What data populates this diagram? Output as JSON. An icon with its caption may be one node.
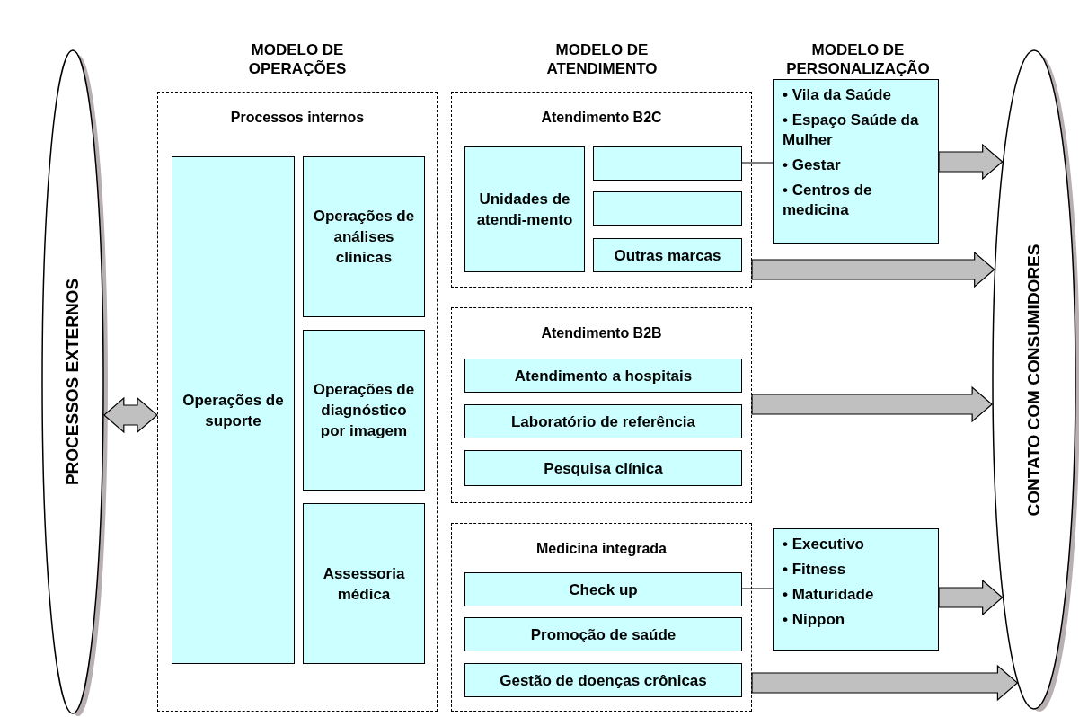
{
  "diagram": {
    "nodes": [
      {
        "text": [
          "PROCESSOS EXTERNOS"
        ]
      },
      {
        "text": [
          "Processos internos"
        ]
      },
      {
        "text": [
          "Operações de suporte"
        ],
        "in": 1
      },
      {
        "text": [
          "Operações de análises clínicas"
        ],
        "in": 1
      },
      {
        "text": [
          "Operações de diagnóstico por imagem"
        ],
        "in": 1
      },
      {
        "text": [
          "Assessoria médica"
        ],
        "in": 1
      },
      {
        "text": [
          "Atendimento B2C"
        ]
      },
      {
        "text": [
          "Unidades de atendi-mento"
        ],
        "in": 6
      },
      {
        "text": [],
        "shape": "box",
        "in": 6
      },
      {
        "text": [],
        "shape": "box",
        "in": 6
      },
      {
        "text": [
          "Outras marcas"
        ],
        "in": 6
      },
      {
        "text": [
          "• Vila da Saúde",
          "• Espaço Saúde da Mulher",
          "• Gestar",
          "• Centros de medicina"
        ]
      },
      {
        "text": [
          "Atendimento B2B"
        ]
      },
      {
        "text": [
          "Atendimento a hospitais"
        ],
        "in": 12
      },
      {
        "text": [
          "Laboratório de referência"
        ],
        "in": 12
      },
      {
        "text": [
          "Pesquisa clínica"
        ],
        "in": 12
      },
      {
        "text": [
          "Medicina integrada"
        ]
      },
      {
        "text": [
          "Check up"
        ],
        "in": 16
      },
      {
        "text": [
          "Promoção de saúde"
        ],
        "in": 16
      },
      {
        "text": [
          "Gestão de doenças crônicas"
        ],
        "in": 16
      },
      {
        "text": [
          "• Executivo",
          "• Fitness",
          "• Maturidade",
          "• Nippon"
        ]
      },
      {
        "text": [
          "CONTATO COM CONSUMIDORES"
        ]
      }
    ],
    "edges": [
      {
        "from": 0,
        "to": 1,
        "arrow": "both",
        "style": "thick"
      },
      {
        "from": 8,
        "to": 11,
        "arrow": "none"
      },
      {
        "from": 11,
        "to": 21,
        "arrow": "to",
        "style": "thick"
      },
      {
        "from": 6,
        "to": 21,
        "arrow": "to",
        "style": "thick"
      },
      {
        "from": 12,
        "to": 21,
        "arrow": "to",
        "style": "thick"
      },
      {
        "from": 17,
        "to": 20,
        "arrow": "none"
      },
      {
        "from": 20,
        "to": 21,
        "arrow": "to",
        "style": "thick"
      },
      {
        "from": 16,
        "to": 21,
        "arrow": "to",
        "style": "thick"
      }
    ],
    "labels": [
      "MODELO DE OPERAÇÕES",
      "MODELO DE ATENDIMENTO",
      "MODELO DE PERSONALIZAÇÃO"
    ]
  }
}
